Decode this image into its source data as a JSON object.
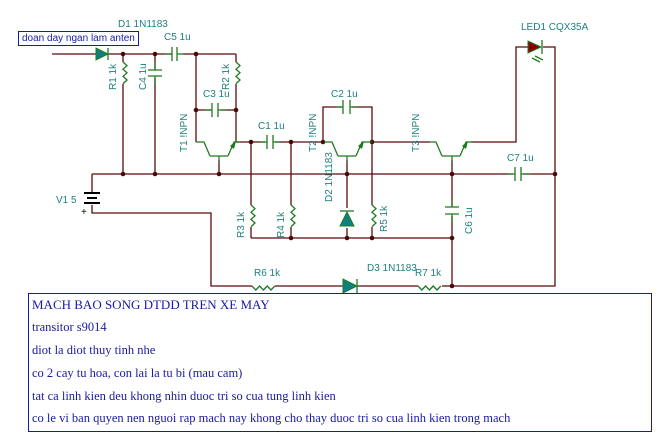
{
  "antenna_note": "doan day ngan lam anten",
  "labels": {
    "D1": "D1 1N1183",
    "C5": "C5 1u",
    "R1": "R1 1k",
    "C4": "C4 1u",
    "R2": "R2 1k",
    "C3": "C3 1u",
    "T1": "T1 !NPN",
    "C1": "C1 1u",
    "C2": "C2 1u",
    "T2": "T2 !NPN",
    "D2": "D2 1N1183",
    "T3": "T3 !NPN",
    "R3": "R3 1k",
    "R4": "R4 1k",
    "R5": "R5 1k",
    "C6": "C6 1u",
    "C7": "C7 1u",
    "LED1": "LED1 CQX35A",
    "V1": "V1 5",
    "plus": "+",
    "R6": "R6 1k",
    "D3": "D3 1N1183",
    "R7": "R7 1k"
  },
  "notes": [
    "MACH BAO SONG DTDD TREN XE MAY",
    "transitor s9014",
    "diot  la diot thuy tinh nhe",
    "co 2 cay tu hoa, con lai la tu bi (mau cam)",
    "tat ca linh kien deu khong nhin duoc tri so cua tung linh kien",
    " co le vi ban quyen nen nguoi rap mach nay khong cho thay duoc tri so cua linh kien trong mach"
  ],
  "colors": {
    "wire": "#5a0a0a",
    "component": "#1f7a1f",
    "label": "#1f8080",
    "diode": "#0f8080",
    "led": "#8b0000",
    "note": "#1a1aa0"
  }
}
